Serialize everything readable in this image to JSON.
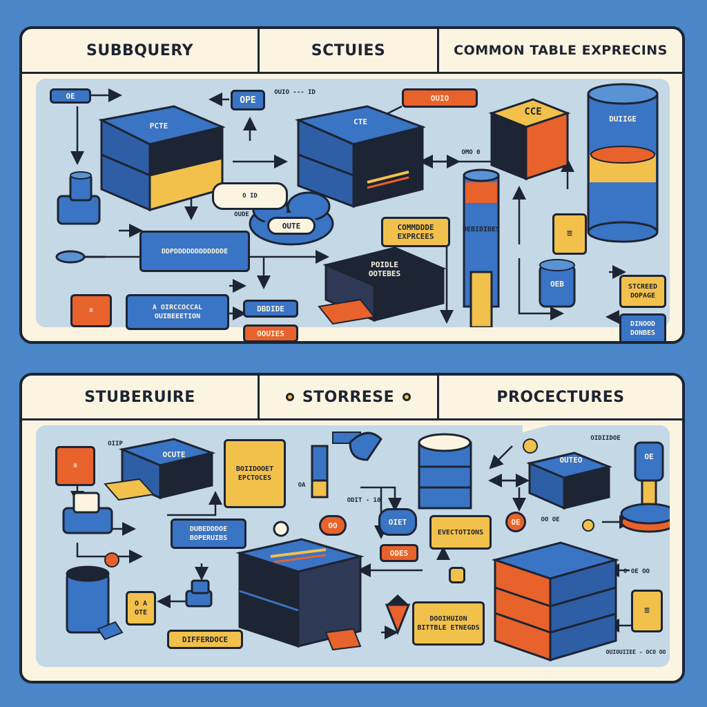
{
  "colors": {
    "background": "#4a86c8",
    "panel": "#fbf4e0",
    "area": "#c5d8e6",
    "blue": "#3a74c4",
    "dark": "#1d2433",
    "yellow": "#f2c14c",
    "orange": "#e8622c"
  },
  "top": {
    "headers": [
      "SUBBQUERY",
      "SCTUIES",
      "COMMON TABLE EXPRECINS"
    ],
    "labels": {
      "cube1": "PCTE",
      "cube2": "CTE",
      "cube3": "CCE",
      "cube4": "POIDLE OOTEBES",
      "box_ope": "OPE",
      "box_outo": "OUIO",
      "cloud": "OUTE",
      "wide_box": "DDPDDDDDDDDDDDDE",
      "yellow_box": "COMMDDDE EXPRCEES",
      "cylinder_top": "DUIIGE",
      "side_box": "OEBIDIBES",
      "blue_left": "A OIRCCOCCAL OUIBEEETION",
      "small_dbde": "DBDIDE",
      "small_oures": "OOUIES",
      "stored": "STCREED DOPAGE",
      "dinood": "DINOOD DONBES",
      "tiny_ocb": "OEB",
      "tiny_oe": "OE",
      "note1": "OUIO --- ID",
      "note2": "OMO 0",
      "note3": "O ID",
      "note4": "OUDE"
    }
  },
  "bottom": {
    "headers": [
      "STUBERUIRE",
      "STORRESE",
      "PROCECTURES"
    ],
    "labels": {
      "cube1": "OCUTE",
      "cube2": "OUTEO",
      "yellow1": "BOIIDOOET EPCTOCES",
      "blue1": "DUBEDDDOE BOPERUIBS",
      "oet": "OIET",
      "odes": "ODES",
      "yellow2": "EVECTOTIONS",
      "oe1": "OE",
      "oe2": "OO",
      "oe3": "OE",
      "ote": "O A OTE",
      "diff": "DIFFERDOCE",
      "common": "DOOIHUION BITTBLE ETNEGDS",
      "note1": "OIIP",
      "note2": "OA",
      "note3": "ODIT - 10",
      "note4": "OO OE",
      "note5": "OIDIIDOE",
      "note6": "OUIOUIIEE - OCO OO",
      "note7": "O OE OO"
    }
  }
}
